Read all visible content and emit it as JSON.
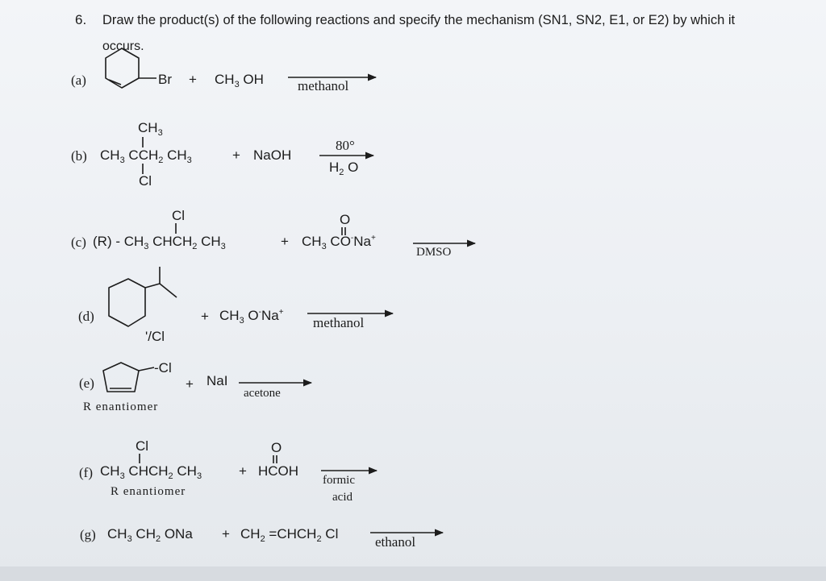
{
  "question": {
    "number": "6.",
    "line1": "Draw the product(s) of the following reactions and specify the mechanism (SN1, SN2, E1, or E2) by which it",
    "line2": "occurs."
  },
  "reactions": {
    "a": {
      "label": "(a)",
      "sub": "Br",
      "plus": "+",
      "reagent": "CH3OH",
      "condition": "methanol"
    },
    "b": {
      "label": "(b)",
      "top": "CH3",
      "main": "CH3CCH2CH3",
      "bottom": "Cl",
      "plus": "+",
      "reagent": "NaOH",
      "cond_top": "80°",
      "cond_bottom": "H2O"
    },
    "c": {
      "label": "(c)",
      "prefix": "(R)-",
      "top": "Cl",
      "main": "CH3CHCH2CH3",
      "plus": "+",
      "reagent_top": "O",
      "reagent": "CH3CO⁻Na⁺",
      "condition": "DMSO"
    },
    "d": {
      "label": "(d)",
      "sub": "Cl",
      "plus": "+",
      "reagent": "CH3O⁻Na⁺",
      "condition": "methanol"
    },
    "e": {
      "label": "(e)",
      "sub": "Cl",
      "plus": "+",
      "reagent": "NaI",
      "condition": "acetone",
      "note": "R enantiomer"
    },
    "f": {
      "label": "(f)",
      "top": "Cl",
      "main": "CH3CHCH2CH3",
      "plus": "+",
      "reagent_top": "O",
      "reagent": "HCOH",
      "cond_top": "formic",
      "cond_bottom": "acid",
      "note": "R enantiomer"
    },
    "g": {
      "label": "(g)",
      "main": "CH3CH2ONa",
      "plus": "+",
      "reagent": "CH2=CHCH2Cl",
      "condition": "ethanol"
    }
  }
}
